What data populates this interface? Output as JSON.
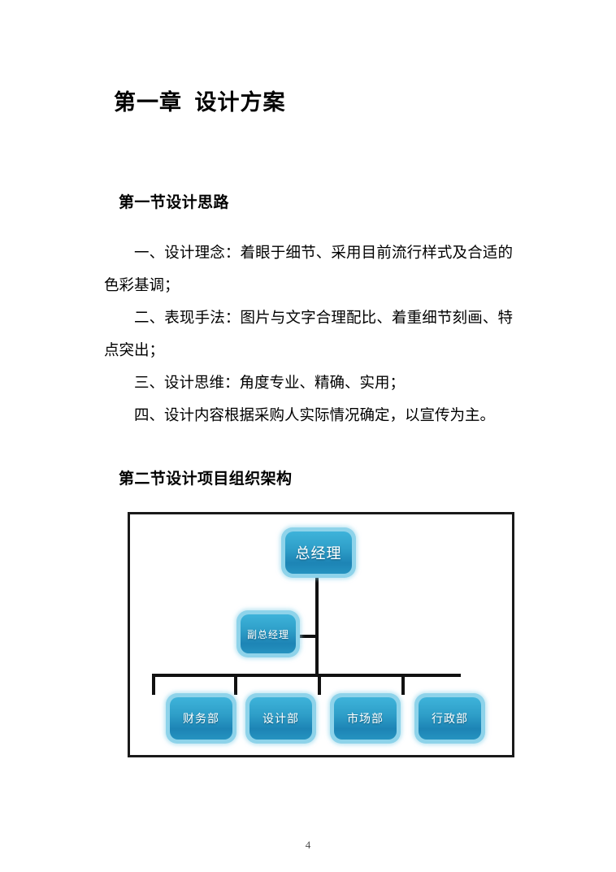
{
  "document": {
    "chapter_title": "第一章  设计方案",
    "page_number": "4"
  },
  "sections": [
    {
      "heading": "第一节设计思路",
      "paragraphs": [
        "一、设计理念：着眼于细节、采用目前流行样式及合适的色彩基调；",
        "二、表现手法：图片与文字合理配比、着重细节刻画、特点突出；",
        "三、设计思维：角度专业、精确、实用；",
        "四、设计内容根据采购人实际情况确定，以宣传为主。"
      ]
    },
    {
      "heading": "第二节设计项目组织架构",
      "paragraphs": []
    }
  ],
  "org_chart": {
    "top_node": "总经理",
    "deputy_node": "副总经理",
    "departments": [
      "财务部",
      "设计部",
      "市场部",
      "行政部"
    ],
    "colors": {
      "node_halo": "#8ed3ea",
      "node_fill_top": "#3eb3da",
      "node_fill_bottom": "#1d84b5",
      "node_text": "#ffffff",
      "connector": "#111111",
      "frame_border": "#1a1a1a"
    }
  }
}
